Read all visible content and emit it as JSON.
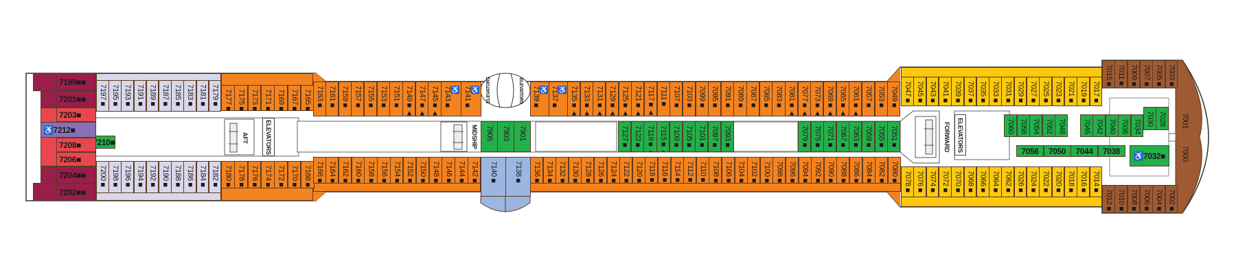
{
  "colors": {
    "maroon": "#9b1d4c",
    "red": "#e9474f",
    "purple": "#8a70b6",
    "lavender": "#d9d7ea",
    "orange": "#f4831f",
    "green": "#23b04b",
    "blue": "#9bb6e1",
    "yellow": "#fdc90f",
    "brown": "#9e5a33"
  },
  "labels": {
    "aft": "AFT",
    "aft_elevators": "ELEVATORS",
    "midship": "MIDSHIP",
    "mid_elevators_left": "ELEVATORS",
    "mid_elevators_right": "ELEVATORS",
    "forward": "FORWARD",
    "fwd_elevators": "ELEVATORS"
  },
  "groups": {
    "aft_block": {
      "color": "mixed",
      "cabins": [
        "7199■■",
        "7201■■",
        "7203■",
        "♿7212■",
        "7208■",
        "7206■",
        "7204■■",
        "7202■■"
      ],
      "cabin_colors": [
        "maroon",
        "maroon",
        "red",
        "purple",
        "red",
        "red",
        "maroon",
        "maroon"
      ]
    },
    "aft_corridor": {
      "color": "green",
      "cabins": [
        "7210■"
      ]
    },
    "aft_top_lav": {
      "color": "lavender",
      "cabins": [
        "7197■",
        "7195■",
        "7193■",
        "7191■",
        "7189■",
        "7187■",
        "7185■",
        "7183■",
        "7181■",
        "7179■"
      ]
    },
    "aft_bot_lav": {
      "color": "lavender",
      "cabins": [
        "7200■",
        "7198■",
        "7196■",
        "7194■",
        "7192■",
        "7190■",
        "7188■",
        "7186■",
        "7184■",
        "7182■"
      ]
    },
    "aft_top_or1": {
      "color": "orange",
      "cabins": [
        "7177■",
        "7175■▲",
        "7173■▲",
        "7171■▲",
        "7169■▲",
        "7167■▲",
        "7165■"
      ]
    },
    "aft_top_or2": {
      "color": "orange",
      "cabins": [
        "7163■"
      ]
    },
    "aft_top_or3": {
      "color": "orange",
      "cabins": [
        "7161■",
        "7159■",
        "7157■",
        "7155■",
        "7153■",
        "7151■",
        "7149■▲",
        "7147■▲",
        "7145■▲"
      ]
    },
    "aft_top_or4": {
      "color": "orange",
      "cabins": [
        "♿7143■",
        "♿7141■"
      ]
    },
    "aft_bot_or1": {
      "color": "orange",
      "cabins": [
        "7180■",
        "7178■▲",
        "7176■▲",
        "7174■▲",
        "7172■▲",
        "7170■",
        "7168■"
      ]
    },
    "aft_bot_or2": {
      "color": "orange",
      "cabins": [
        "7166■"
      ]
    },
    "aft_bot_or3": {
      "color": "orange",
      "cabins": [
        "7164■",
        "7162■",
        "7160■",
        "7158■",
        "7156■",
        "7154■",
        "7152■▲",
        "7150■▲",
        "7148■▲",
        "7146■",
        "7144■",
        "7142■▲"
      ]
    },
    "mid_blue": {
      "color": "blue",
      "cabins": [
        "7140■",
        "7138■"
      ]
    },
    "mid_top_wc": {
      "color": "orange",
      "cabins": [
        "♿7139■",
        "♿7137■"
      ]
    },
    "mid_top": {
      "color": "orange",
      "cabins": [
        "7135■▲",
        "7133■▲",
        "7131■▲",
        "7129■▲",
        "7125■▲",
        "7121■▲",
        "7117■▲",
        "7111■",
        "7107■",
        "7103■",
        "7099■",
        "7095■",
        "7091■",
        "7089■",
        "7087■",
        "7085■",
        "7083■",
        "7081■▲",
        "7077■▲",
        "7073■▲",
        "7069■▲",
        "7065■▲",
        "7061■▲",
        "7057■",
        "7053■",
        "7049■"
      ]
    },
    "mid_bot": {
      "color": "orange",
      "cabins": [
        "7136■▲",
        "7134■▲",
        "7132■▲",
        "7130■",
        "7128■",
        "7126■",
        "7124■",
        "7122■▲",
        "7120■",
        "7118■▲",
        "7116■",
        "7114■",
        "7112■",
        "7110■",
        "7108■",
        "7106■",
        "7104■",
        "7102■",
        "7100■",
        "7098■",
        "7096■▲",
        "7094■▲",
        "7092■▲",
        "7090■",
        "7088■▲",
        "7086■▲",
        "7084■",
        "7082■",
        "7080■"
      ]
    },
    "green_mid1": {
      "color": "green",
      "cabins": [
        "7905",
        "7903",
        "7901"
      ]
    },
    "green_mid2": {
      "color": "green",
      "cabins": [
        "7127■",
        "7123■",
        "7119■●",
        "7115■●",
        "7109■●",
        "7105■",
        "7101■",
        "7097■",
        "7093■"
      ]
    },
    "green_mid3": {
      "color": "green",
      "cabins": [
        "7079■",
        "7075■",
        "7071■",
        "7067■●",
        "7063■●",
        "7059■●",
        "7055■●",
        "7051■"
      ]
    },
    "fwd_top": {
      "color": "yellow",
      "cabins": [
        "7047■",
        "7045■",
        "7043■",
        "7041■",
        "7039■",
        "7037■▲",
        "7035■▲",
        "7033■▲",
        "7031■▲",
        "7029■▲",
        "7027■▲",
        "7025■",
        "7023■",
        "7021■",
        "7019■",
        "7017■"
      ]
    },
    "fwd_bot": {
      "color": "yellow",
      "cabins": [
        "7078■",
        "7076■",
        "7074■",
        "7072■",
        "7070■",
        "7068■▲",
        "7066■▲",
        "7064■▲",
        "7062■▲",
        "7026■▲",
        "7024■▲",
        "7022■",
        "7020■",
        "7018■",
        "7016■",
        "7014■"
      ]
    },
    "green_fwd_a": {
      "color": "green",
      "cabins": [
        "7060■",
        "7058■",
        "7054■",
        "7052■",
        "7048■"
      ]
    },
    "green_fwd_b": {
      "color": "green",
      "cabins": [
        "7046■",
        "7042■",
        "7040■",
        "7036■",
        "7034■"
      ]
    },
    "green_fwd_c": {
      "color": "green",
      "cabins": [
        "7030",
        "7028"
      ]
    },
    "green_fwd_h": {
      "color": "green",
      "cabins": [
        "7056",
        "7050",
        "7044",
        "7038"
      ]
    },
    "green_fwd_wc": {
      "color": "green",
      "cabins": [
        "♿7032■"
      ]
    },
    "bow_top": {
      "color": "brown",
      "cabins": [
        "7015■",
        "7011■",
        "7009■",
        "7007■",
        "7005■●",
        "7003■"
      ]
    },
    "bow_bot": {
      "color": "brown",
      "cabins": [
        "7012■",
        "7010■",
        "7008■",
        "7006■",
        "7004■●",
        "7002■"
      ]
    },
    "bow_side": {
      "color": "brown",
      "cabins": [
        "7001",
        "7000"
      ]
    }
  }
}
